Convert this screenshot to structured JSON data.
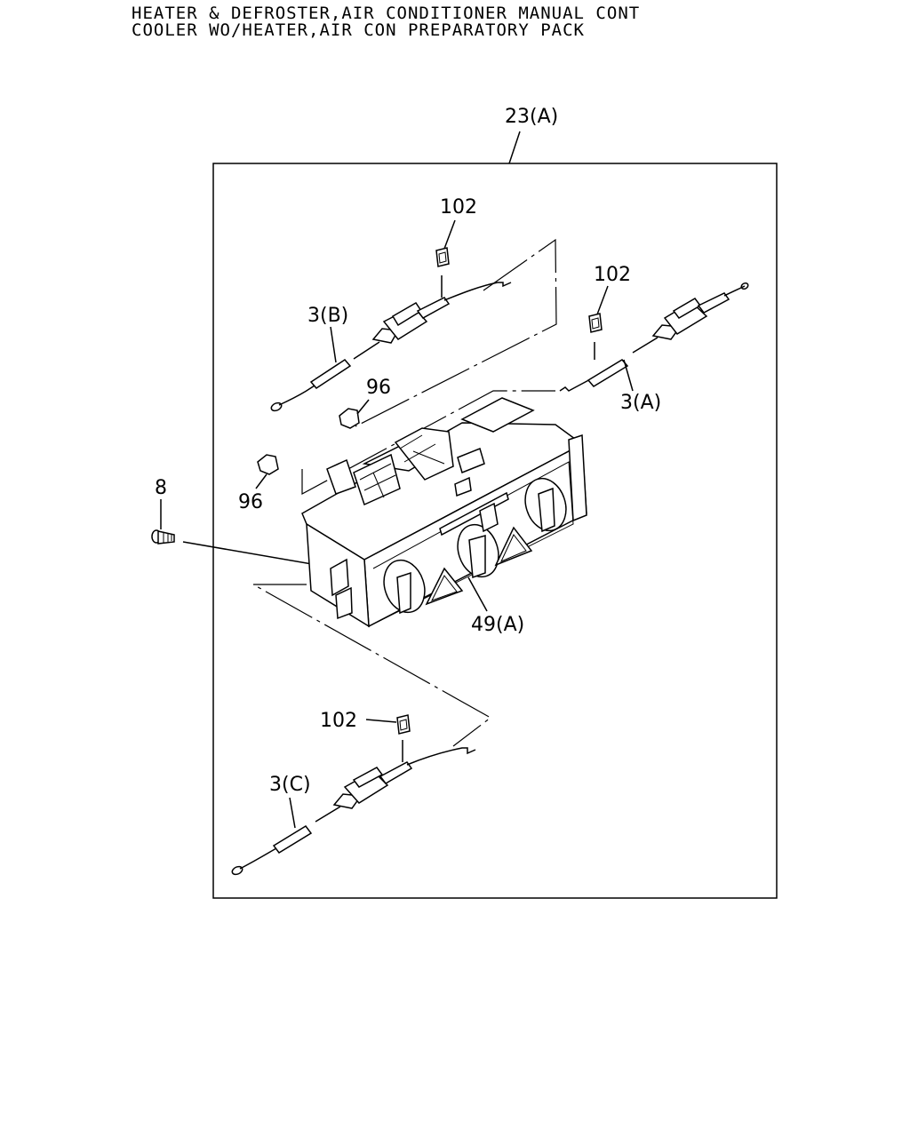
{
  "header": {
    "line1": "HEATER & DEFROSTER,AIR CONDITIONER MANUAL CONT",
    "line2": "COOLER WO/HEATER,AIR CON PREPARATORY PACK"
  },
  "callouts": {
    "assembly": "23(A)",
    "clip_top": "102",
    "clip_right": "102",
    "clip_bottom": "102",
    "cable_b": "3(B)",
    "cable_a": "3(A)",
    "cable_c": "3(C)",
    "knob_upper": "96",
    "knob_lower": "96",
    "screw": "8",
    "control_unit": "49(A)"
  }
}
